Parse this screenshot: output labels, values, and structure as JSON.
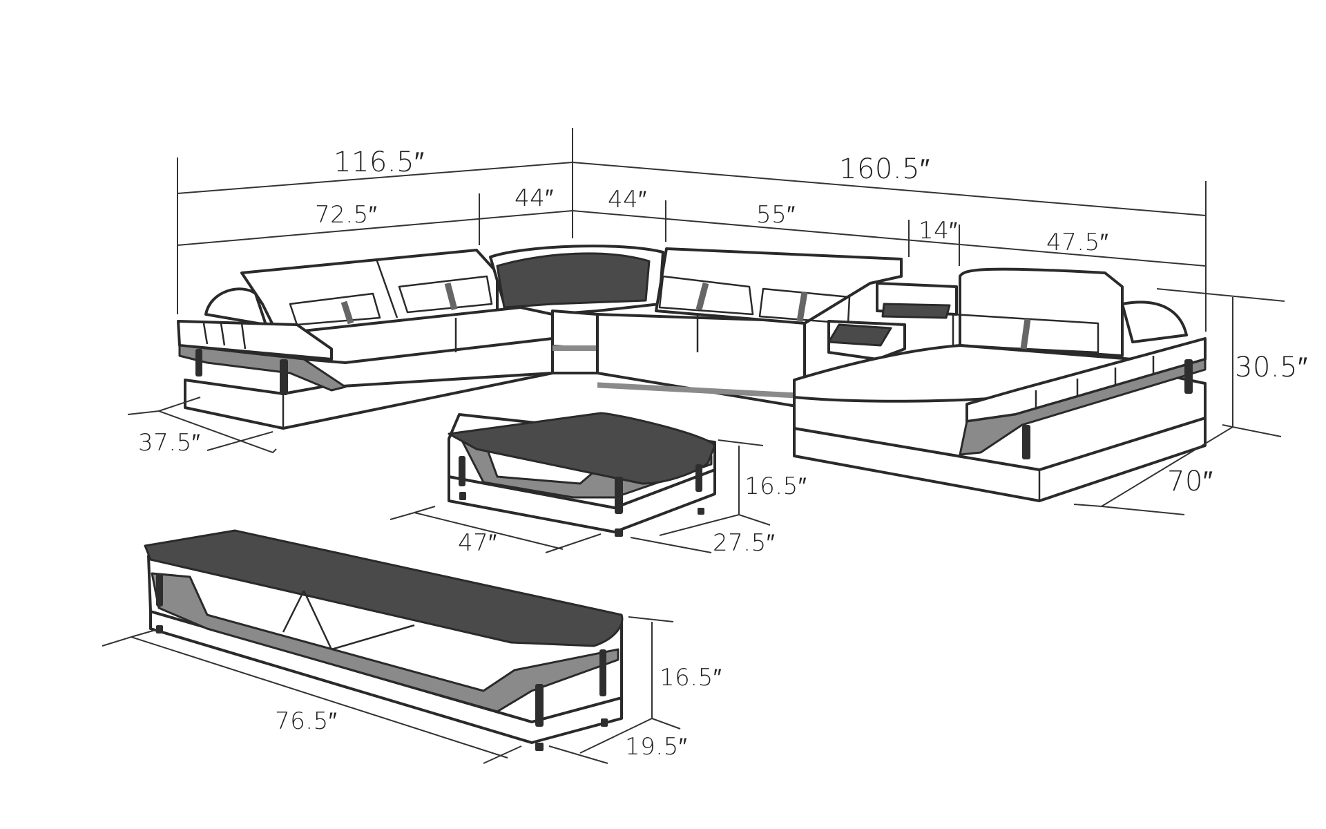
{
  "diagram": {
    "subject": "U-shaped sectional sofa with coffee table and TV stand — dimension drawing",
    "colors": {
      "background": "#ffffff",
      "line": "#2a2a2a",
      "accent_dark": "#4a4a4a",
      "accent_mid": "#8a8a8a"
    },
    "sofa": {
      "overall_left_width": "116.5″",
      "overall_right_width": "160.5″",
      "left_section": "72.5″",
      "corner_left": "44″",
      "corner_right": "44″",
      "middle_section": "55″",
      "console": "14″",
      "chaise_width": "47.5″",
      "depth": "37.5″",
      "chaise_length": "70″",
      "height": "30.5″"
    },
    "coffee_table": {
      "length": "47″",
      "depth": "27.5″",
      "height": "16.5″"
    },
    "tv_stand": {
      "length": "76.5″",
      "depth": "19.5″",
      "height": "16.5″"
    }
  }
}
